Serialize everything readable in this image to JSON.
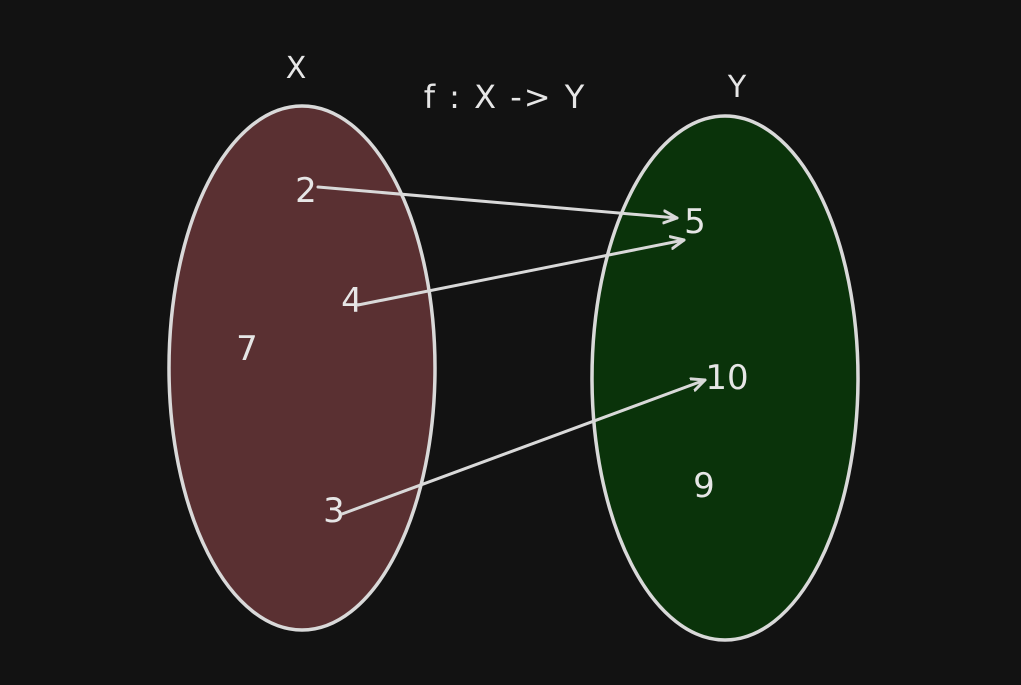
{
  "title": "f : X -> Y",
  "domain_set": {
    "name": "X",
    "color": "#5a3032",
    "elements": [
      "2",
      "4",
      "7",
      "3"
    ]
  },
  "codomain_set": {
    "name": "Y",
    "color": "#0a330a",
    "elements": [
      "5",
      "10",
      "9"
    ]
  },
  "mappings": [
    {
      "from": "2",
      "to": "5"
    },
    {
      "from": "4",
      "to": "5"
    },
    {
      "from": "3",
      "to": "10"
    }
  ],
  "stroke_color": "#d9d9d9",
  "background_color": "#121212"
}
